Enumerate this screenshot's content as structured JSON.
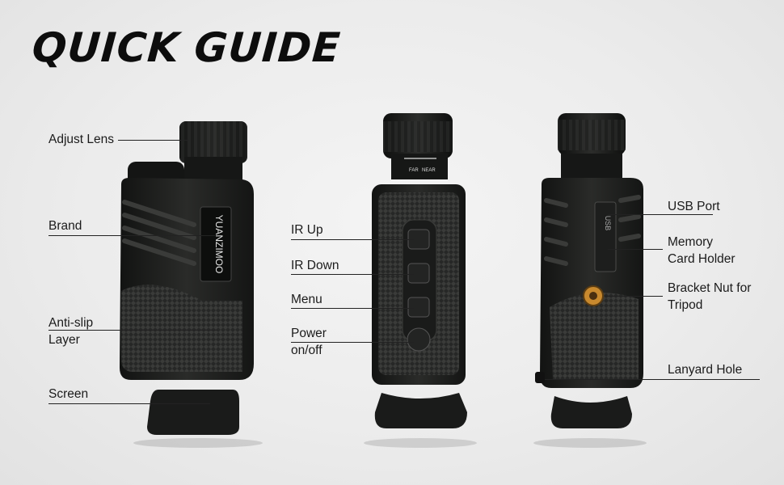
{
  "title": "QUICK GUIDE",
  "brand_text": "YUANZIMOO",
  "focus_far": "FAR",
  "focus_near": "NEAR",
  "port_text": "USB",
  "labels": {
    "adjust_lens": "Adjust Lens",
    "brand": "Brand",
    "anti_slip_1": "Anti-slip",
    "anti_slip_2": "Layer",
    "screen": "Screen",
    "ir_up": "IR Up",
    "ir_down": "IR Down",
    "menu": "Menu",
    "power_1": "Power",
    "power_2": "on/off",
    "usb_port": "USB Port",
    "memory_1": "Memory",
    "memory_2": "Card Holder",
    "bracket_1": "Bracket Nut for",
    "bracket_2": "Tripod",
    "lanyard_hole": "Lanyard Hole"
  },
  "colors": {
    "body": "#1c1d1c",
    "body_light": "#2c2d2b",
    "accent_nut": "#c8892e",
    "background": "#ececec"
  }
}
